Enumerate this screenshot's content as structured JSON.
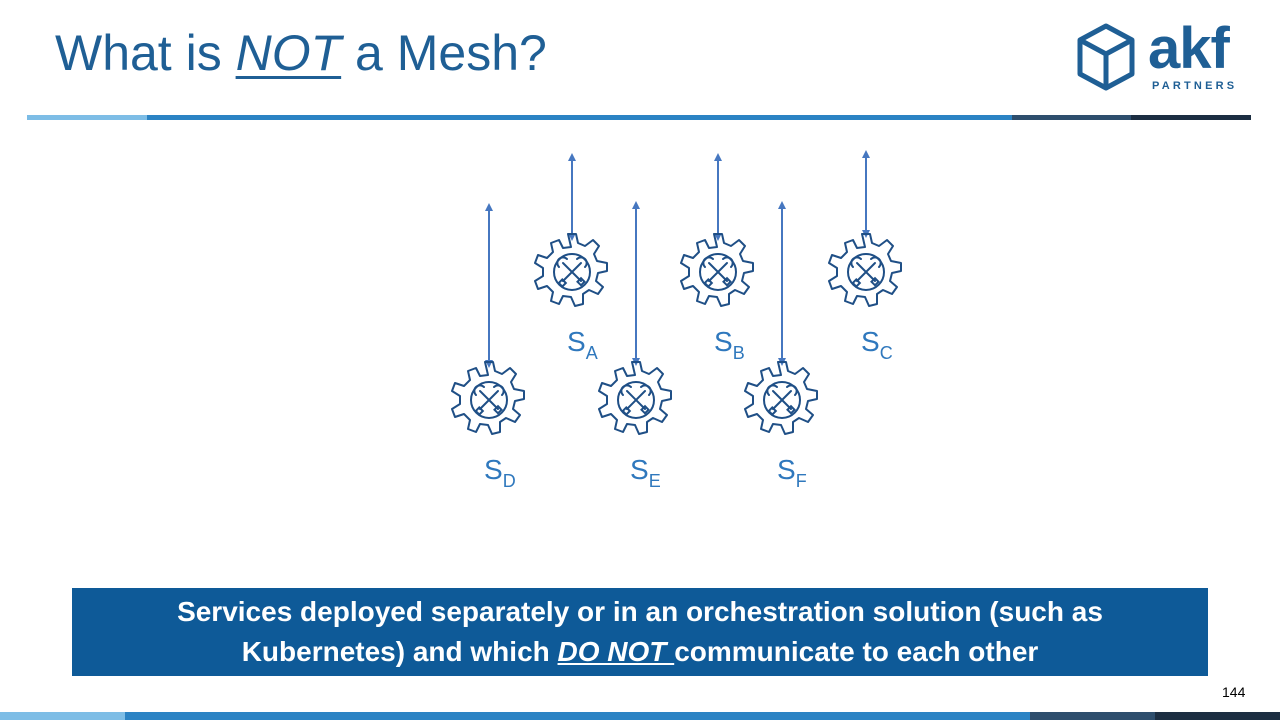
{
  "slide": {
    "title_pre": "What is ",
    "title_emph": "NOT",
    "title_post": " a Mesh?",
    "page_number": "144"
  },
  "logo": {
    "word": "akf",
    "sub": "PARTNERS"
  },
  "services": [
    {
      "letter": "S",
      "subscript": "A"
    },
    {
      "letter": "S",
      "subscript": "B"
    },
    {
      "letter": "S",
      "subscript": "C"
    },
    {
      "letter": "S",
      "subscript": "D"
    },
    {
      "letter": "S",
      "subscript": "E"
    },
    {
      "letter": "S",
      "subscript": "F"
    }
  ],
  "banner": {
    "line1": "Services deployed separately or in an orchestration solution (such as",
    "line2_pre": "Kubernetes) and which ",
    "line2_emph": "DO NOT ",
    "line2_post": "communicate to each other"
  },
  "colors": {
    "title": "#1f5f95",
    "gear": "#1f4f86",
    "arrow": "#4677c0",
    "label": "#2f78bd",
    "banner_bg": "#0e5a98",
    "rule_light": "#7dbde6",
    "rule_mid": "#2b83c4",
    "rule_dark": "#2e4e6d",
    "rule_darkest": "#1c2e42"
  }
}
